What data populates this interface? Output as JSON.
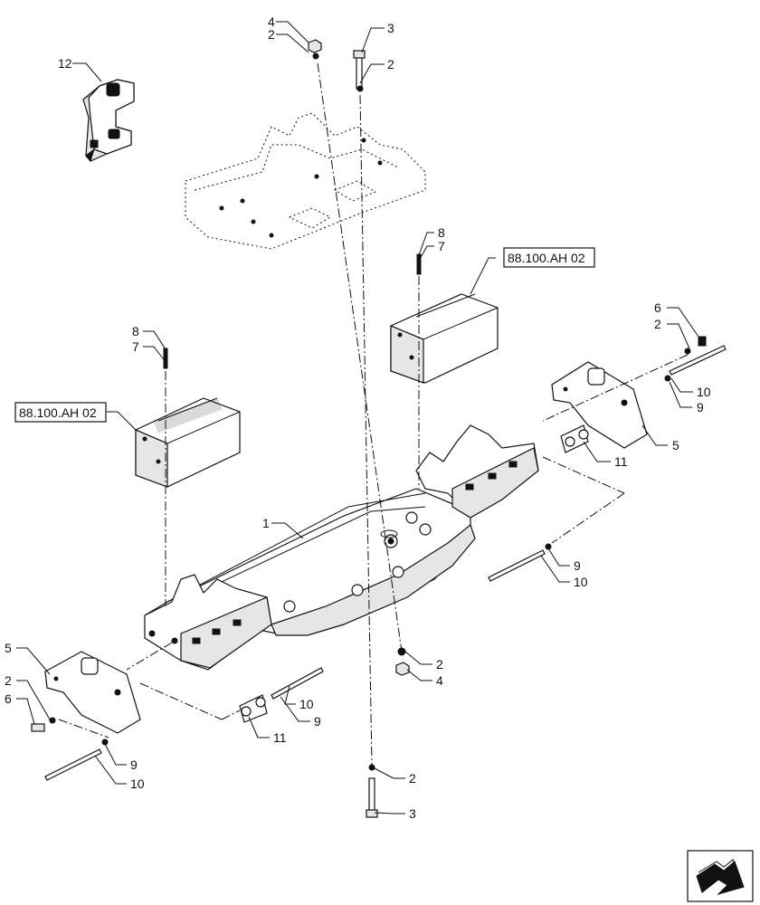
{
  "callouts": [
    {
      "id": "c4-top",
      "text": "4"
    },
    {
      "id": "c2-top-left",
      "text": "2"
    },
    {
      "id": "c3-top",
      "text": "3"
    },
    {
      "id": "c2-top-right",
      "text": "2"
    },
    {
      "id": "c12",
      "text": "12"
    },
    {
      "id": "c8-mid",
      "text": "8"
    },
    {
      "id": "c7-mid",
      "text": "7"
    },
    {
      "id": "c8-left",
      "text": "8"
    },
    {
      "id": "c7-left",
      "text": "7"
    },
    {
      "id": "c6-right",
      "text": "6"
    },
    {
      "id": "c2-right",
      "text": "2"
    },
    {
      "id": "c10-right",
      "text": "10"
    },
    {
      "id": "c9-right",
      "text": "9"
    },
    {
      "id": "c5-right",
      "text": "5"
    },
    {
      "id": "c11-right",
      "text": "11"
    },
    {
      "id": "c1",
      "text": "1"
    },
    {
      "id": "c9-mid-right",
      "text": "9"
    },
    {
      "id": "c10-mid-right",
      "text": "10"
    },
    {
      "id": "c2-under",
      "text": "2"
    },
    {
      "id": "c4-under",
      "text": "4"
    },
    {
      "id": "c5-left",
      "text": "5"
    },
    {
      "id": "c2-left",
      "text": "2"
    },
    {
      "id": "c6-left",
      "text": "6"
    },
    {
      "id": "c10-left-mid",
      "text": "10"
    },
    {
      "id": "c9-left-mid",
      "text": "9"
    },
    {
      "id": "c11-left",
      "text": "11"
    },
    {
      "id": "c9-left",
      "text": "9"
    },
    {
      "id": "c10-left",
      "text": "10"
    },
    {
      "id": "c2-bottom",
      "text": "2"
    },
    {
      "id": "c3-bottom",
      "text": "3"
    }
  ],
  "references": {
    "right": "88.100.AH 02",
    "left": "88.100.AH 02"
  },
  "nav_icon": "next-page-arrow-icon"
}
